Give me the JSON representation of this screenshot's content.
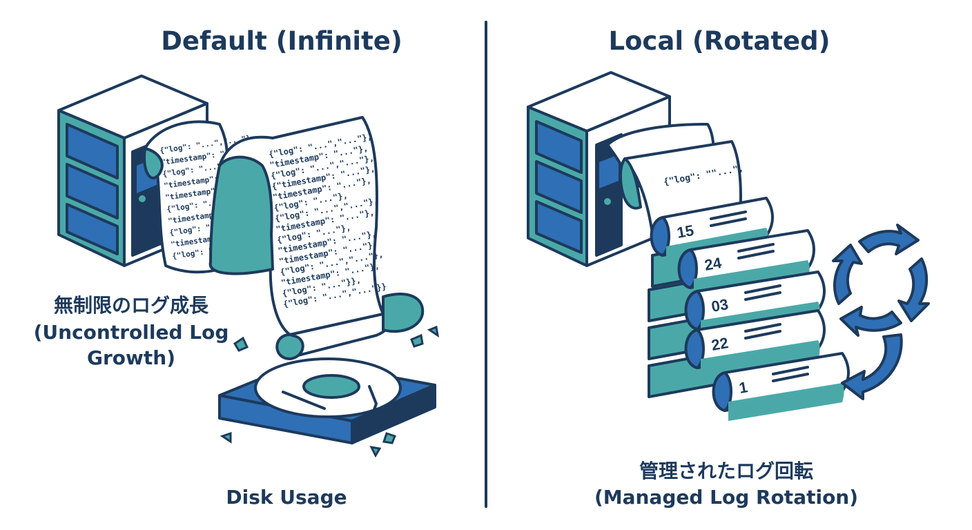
{
  "left_panel": {
    "title": "Default (Infinite)",
    "growth_label_ja": "無制限のログ成長",
    "growth_label_en": "(Uncontrolled Log",
    "growth_label_en2": "Growth)",
    "disk_label": "Disk Usage",
    "log_lines": [
      "{\"log\": \"...\",\"...\"},",
      "\"timestamp\": \"...\"},",
      "{\"log\": \"...\"},",
      "\"timestamp\": \"...\"},",
      "\"timestamp\": \"...\"},",
      "{\"log\": \"...\"},",
      "\"timestamp\": \"...\"},",
      "{\"log\": \"...\"},",
      "\"timestamp\"",
      "{\"log\": \"...\"}"
    ],
    "scroll_lines": [
      "{\"log\": \"...\",\"...\"},",
      "\"timestamp\": \"...\"},",
      "{\"log\": \"...\",\"...\"},",
      "{\"timestamp\": \"...\"},",
      "\"timestamp\": \"...\"},",
      "{\"log\": \"...\"},",
      "{\"log\": \"...\",\"...\"},",
      "\"timestamp\": \"...\"},",
      "{\"log\": \"...\"},",
      "\"timestamp\": \"...\"},",
      "\"timestamp\": \"...\"},",
      "{\"log\": \"...\",\"...\"},",
      "\"timestamp\": \"...\"},",
      "{\"log\": \"...\"}},",
      "{\"log\": \"...\",\"...\"}}"
    ]
  },
  "right_panel": {
    "title": "Local (Rotated)",
    "rotation_label_ja": "管理されたログ回転",
    "rotation_label_en": "(Managed Log Rotation)",
    "snippet": "{\"log\": \"\"...\",",
    "rotated_files": [
      "15",
      "24",
      "03",
      "22",
      "1"
    ]
  },
  "colors": {
    "navy": "#1d3a5c",
    "blue": "#2f6fb5",
    "teal": "#4aa9a8",
    "paper": "#ffffff"
  }
}
